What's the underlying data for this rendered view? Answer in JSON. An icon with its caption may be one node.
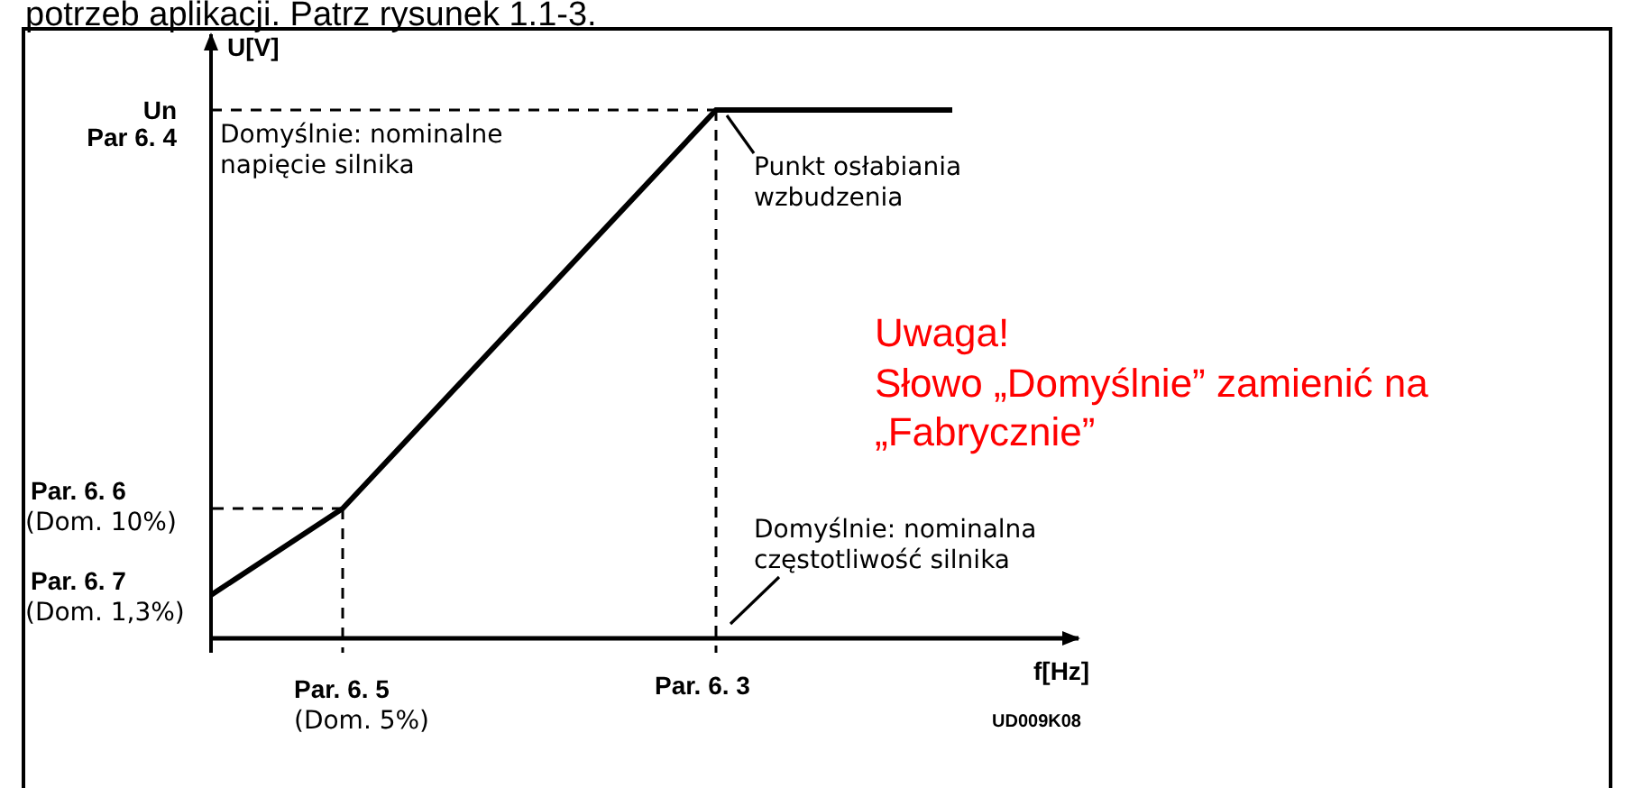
{
  "diagram": {
    "nodes": [
      {
        "text": [
          "Punkt osłabiania wzbudzenia"
        ]
      },
      {
        "text": [
          "Domyślnie: nominalna częstotliwość silnika"
        ]
      }
    ],
    "edges": [
      {
        "from": 0,
        "to": null,
        "arrow": "none"
      },
      {
        "from": 1,
        "to": null,
        "arrow": "none"
      }
    ],
    "labels": [
      "potrzeb aplikacji. Patrz rysunek 1.1-3.",
      "U[V]",
      "Un",
      "Par 6. 4",
      "Domyślnie: nominalne napięcie silnika",
      "Uwaga!",
      "Słowo „Domyślnie” zamienić na „Fabrycznie”",
      "Par. 6. 6",
      "(Dom. 10%)",
      "Par. 6. 7",
      "(Dom. 1,3%)",
      "Par. 6. 5",
      "Par. 6. 3",
      "f[Hz]",
      "(Dom. 5%)",
      "UD009K08"
    ]
  }
}
